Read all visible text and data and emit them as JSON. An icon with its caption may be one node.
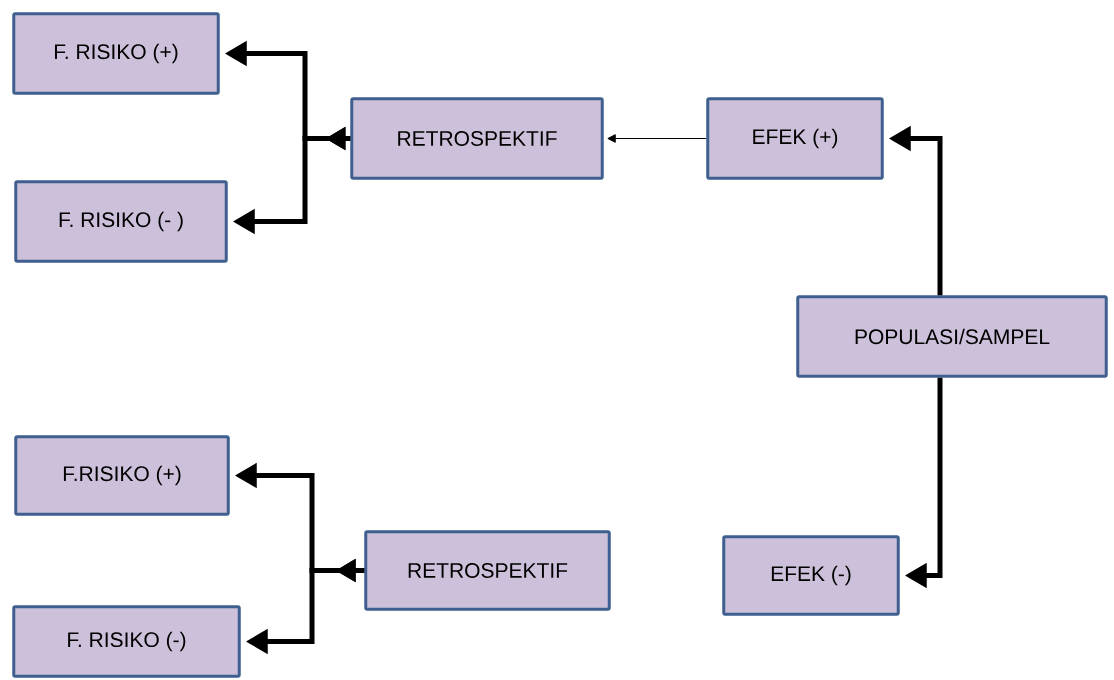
{
  "diagram": {
    "nodes": [
      {
        "text": [
          "F. RISIKO (+)"
        ]
      },
      {
        "text": [
          "RETROSPEKTIF"
        ]
      },
      {
        "text": [
          "EFEK (+)"
        ]
      },
      {
        "text": [
          "F. RISIKO (- )"
        ]
      },
      {
        "text": [
          "POPULASI/SAMPEL"
        ]
      },
      {
        "text": [
          "F.RISIKO (+)"
        ]
      },
      {
        "text": [
          "RETROSPEKTIF"
        ]
      },
      {
        "text": [
          "EFEK (-)"
        ]
      },
      {
        "text": [
          "F. RISIKO (-)"
        ]
      }
    ],
    "edges": [
      {
        "from": 2,
        "to": 1,
        "arrow": "to"
      },
      {
        "from": 4,
        "to": 2,
        "arrow": "to"
      },
      {
        "from": 4,
        "to": 7,
        "arrow": "to"
      },
      {
        "from": 1,
        "to": 0,
        "arrow": "to"
      },
      {
        "from": 1,
        "to": 3,
        "arrow": "to"
      },
      {
        "from": 6,
        "to": 5,
        "arrow": "to"
      },
      {
        "from": 6,
        "to": 8,
        "arrow": "to"
      }
    ]
  }
}
